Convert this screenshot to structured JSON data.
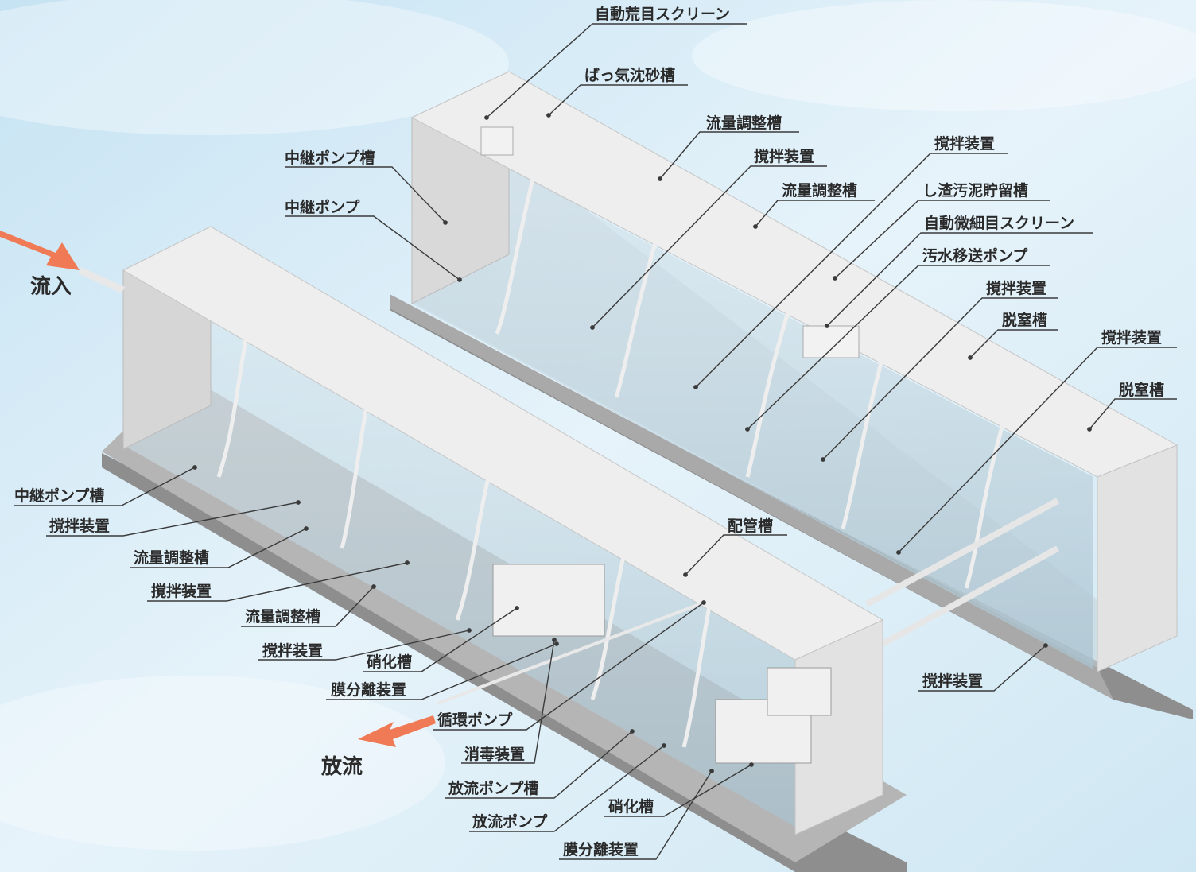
{
  "colors": {
    "sky": "#cfe8f4",
    "concrete_top": "#eeeeee",
    "concrete_side": "#cfcfcf",
    "base": "#9a9a9a",
    "glass": "#b9cfdb",
    "arrow": "#f07a55",
    "leader": "#3a3a3a"
  },
  "flow": {
    "inflow": "流入",
    "outflow": "放流"
  },
  "labels": {
    "l01": "自動荒目スクリーン",
    "l02": "ばっ気沈砂槽",
    "l03": "流量調整槽",
    "l04": "中継ポンプ槽",
    "l05": "撹拌装置",
    "l06": "撹拌装置",
    "l07": "流量調整槽",
    "l08": "中継ポンプ",
    "l09": "し渣汚泥貯留槽",
    "l10": "自動微細目スクリーン",
    "l11": "汚水移送ポンプ",
    "l12": "撹拌装置",
    "l13": "脱窒槽",
    "l14": "撹拌装置",
    "l15": "脱窒槽",
    "l16": "中継ポンプ槽",
    "l17": "撹拌装置",
    "l18": "流量調整槽",
    "l19": "撹拌装置",
    "l20": "流量調整槽",
    "l21": "撹拌装置",
    "l22": "硝化槽",
    "l23": "膜分離装置",
    "l24": "配管槽",
    "l25": "循環ポンプ",
    "l26": "消毒装置",
    "l27": "放流ポンプ槽",
    "l28": "放流ポンプ",
    "l29": "硝化槽",
    "l30": "膜分離装置",
    "l31": "撹拌装置"
  }
}
